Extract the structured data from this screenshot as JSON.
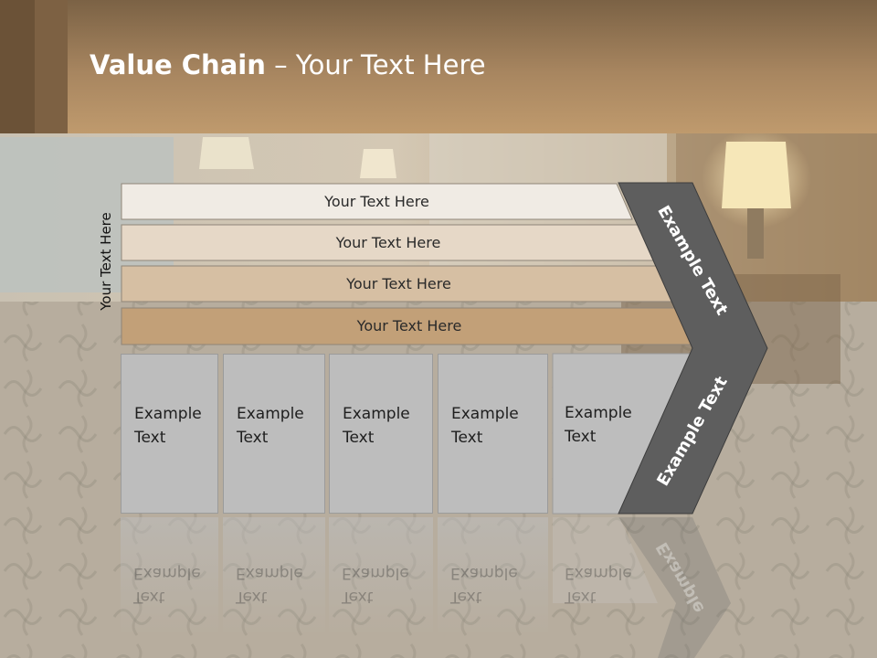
{
  "title": {
    "bold": "Value Chain",
    "rest": " – Your Text Here"
  },
  "side_label": "Your Text Here",
  "rows": [
    {
      "label": "Your Text Here",
      "color": "#f0ebe4"
    },
    {
      "label": "Your Text Here",
      "color": "#e6d8c7"
    },
    {
      "label": "Your Text Here",
      "color": "#d6bfa3"
    },
    {
      "label": "Your Text Here",
      "color": "#c2a078"
    }
  ],
  "boxes": [
    {
      "line1": "Example",
      "line2": "Text"
    },
    {
      "line1": "Example",
      "line2": "Text"
    },
    {
      "line1": "Example",
      "line2": "Text"
    },
    {
      "line1": "Example",
      "line2": "Text"
    },
    {
      "line1": "Example",
      "line2": "Text"
    }
  ],
  "chevron": {
    "upper": "Example Text",
    "lower": "Example Text",
    "reflection": "Example",
    "color": "#5e5e5e"
  }
}
